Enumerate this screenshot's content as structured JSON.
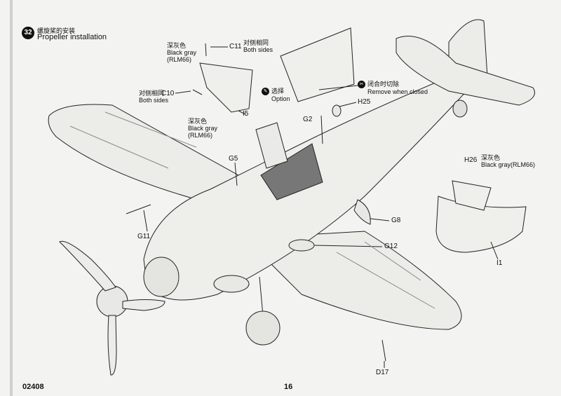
{
  "step": {
    "number": "32",
    "title_cn": "螺旋桨的安装",
    "title_en": "Propeller installation"
  },
  "notes": {
    "c11_color_cn": "深灰色",
    "c11_color_en": "Black gray",
    "c11_color_code": "(RLM66)",
    "c11_sides_cn": "对侧相同",
    "c11_sides_en": "Both sides",
    "c10_sides_cn": "对侧相同",
    "c10_sides_en": "Both sides",
    "c10_color_cn": "深灰色",
    "c10_color_en": "Black gray",
    "c10_color_code": "(RLM66)",
    "option_cn": "选择",
    "option_en": "Option",
    "remove_cn": "闭合时切除",
    "remove_en": "Remove when closed",
    "h26_color_cn": "深灰色",
    "h26_color_en": "Black gray(RLM66)"
  },
  "parts": {
    "c11": "C11",
    "c10": "C10",
    "i5": "I5",
    "h25": "H25",
    "g2": "G2",
    "g5": "G5",
    "h26": "H26",
    "g8": "G8",
    "g11": "G11",
    "g12": "G12",
    "i1": "I1",
    "d17": "D17"
  },
  "footer": {
    "code": "02408",
    "page": "16"
  }
}
